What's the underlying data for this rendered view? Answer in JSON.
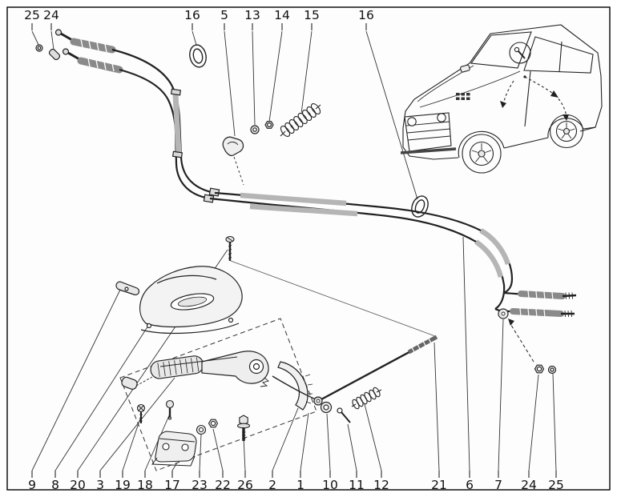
{
  "figure": {
    "colors": {
      "paper": "#fdfdfd",
      "ink": "#1a1a1a"
    },
    "callouts_top": [
      {
        "id": "25"
      },
      {
        "id": "24"
      },
      {
        "id": "16"
      },
      {
        "id": "5"
      },
      {
        "id": "13"
      },
      {
        "id": "14"
      },
      {
        "id": "15"
      },
      {
        "id": "16"
      }
    ],
    "callouts_bottom": [
      {
        "id": "9"
      },
      {
        "id": "8"
      },
      {
        "id": "20"
      },
      {
        "id": "3"
      },
      {
        "id": "19"
      },
      {
        "id": "18"
      },
      {
        "id": "17"
      },
      {
        "id": "23"
      },
      {
        "id": "22"
      },
      {
        "id": "26"
      },
      {
        "id": "2"
      },
      {
        "id": "1"
      },
      {
        "id": "10"
      },
      {
        "id": "11"
      },
      {
        "id": "12"
      },
      {
        "id": "21"
      },
      {
        "id": "6"
      },
      {
        "id": "7"
      },
      {
        "id": "24"
      },
      {
        "id": "25"
      }
    ]
  }
}
